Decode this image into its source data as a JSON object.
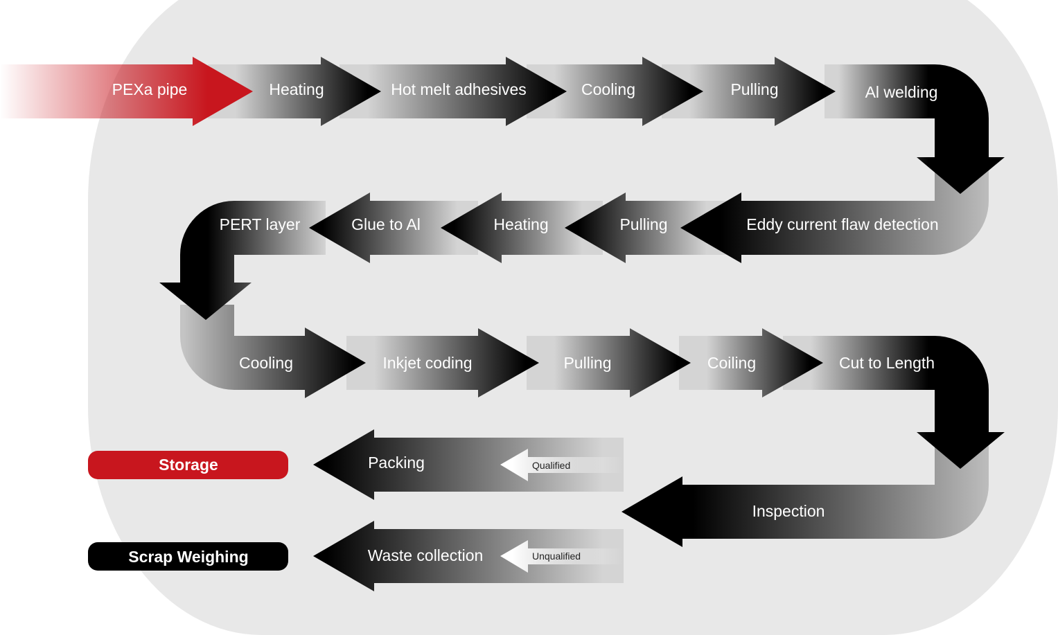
{
  "colors": {
    "background_panel": "#e8e8e8",
    "accent_red": "#c8161e",
    "arrow_dark": "#000000",
    "arrow_light": "#d4d4d4"
  },
  "row1": [
    "PEXa pipe",
    "Heating",
    "Hot melt adhesives",
    "Cooling",
    "Pulling",
    "Al welding"
  ],
  "row2": [
    "Eddy current flaw detection",
    "Pulling",
    "Heating",
    "Glue to Al",
    "PERT layer"
  ],
  "row3": [
    "Cooling",
    "Inkjet coding",
    "Pulling",
    "Coiling",
    "Cut to Length"
  ],
  "row4": {
    "inspection": "Inspection",
    "packing": "Packing",
    "qualified": "Qualified",
    "waste": "Waste collection",
    "unqualified": "Unqualified"
  },
  "outputs": {
    "storage": "Storage",
    "scrap": "Scrap Weighing"
  }
}
